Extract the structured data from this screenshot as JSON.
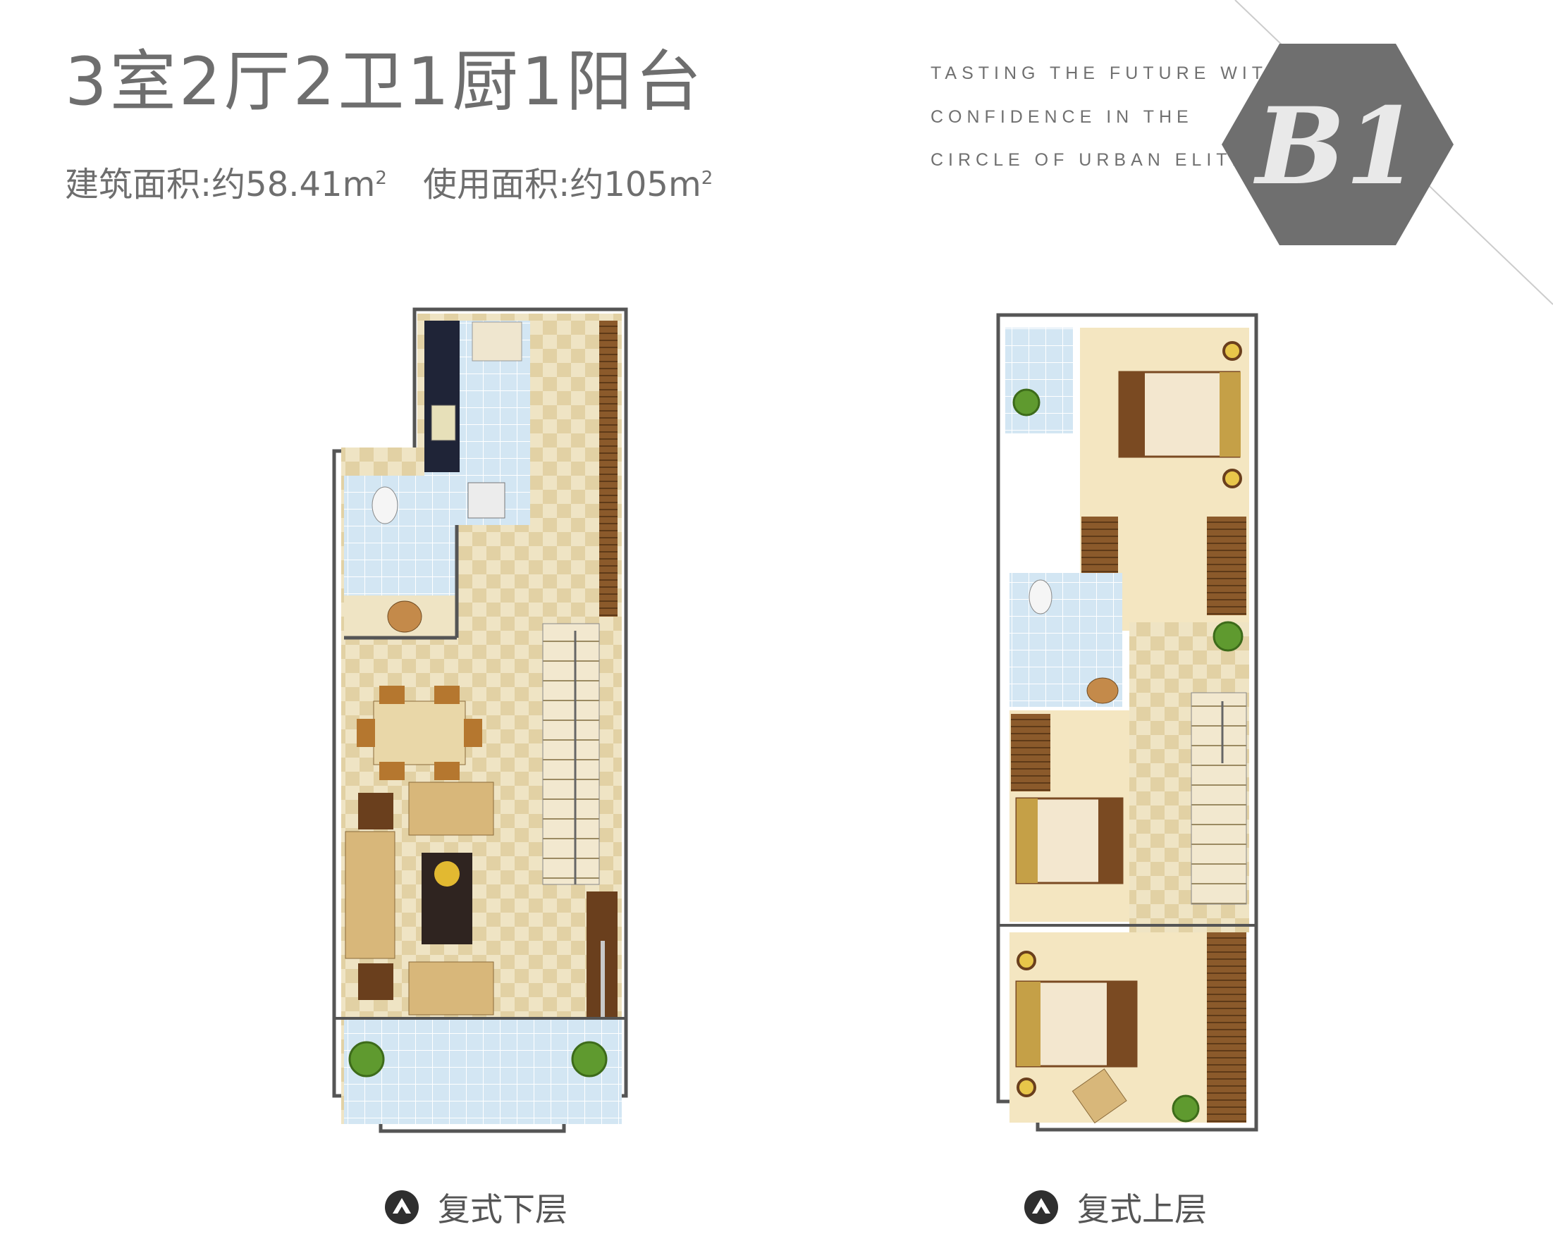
{
  "header": {
    "title": "3室2厅2卫1厨1阳台",
    "area_build_label": "建筑面积:约58.41m",
    "area_build_sup": "2",
    "area_use_label": "使用面积:约105m",
    "area_use_sup": "2"
  },
  "tagline": {
    "line1": "TASTING THE FUTURE WITH",
    "line2": "CONFIDENCE IN THE",
    "line3": "CIRCLE OF URBAN ELITES"
  },
  "badge": {
    "label": "B1",
    "color": "#6f6f6f"
  },
  "captions": {
    "lower": "复式下层",
    "upper": "复式上层"
  },
  "colors": {
    "wall": "#4a4a4a",
    "floor_check_a": "#efe4c4",
    "floor_check_b": "#e4d3a8",
    "tile": "#cfe3f1",
    "wood": "#8b5a2b",
    "bed": "#f3e7cf",
    "bed_cover": "#7a4a22",
    "plant": "#5f9a2f",
    "sofa": "#d8b77a"
  }
}
